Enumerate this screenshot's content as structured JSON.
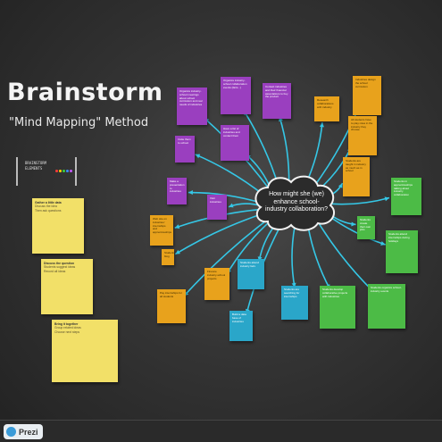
{
  "title": "Brainstorm",
  "subtitle": "\"Mind Mapping\" Method",
  "elements_label": "BRAINSTORM ELEMENTS",
  "element_dot_colors": [
    "#ff3a3a",
    "#ffd400",
    "#3ad13a",
    "#3a8bff",
    "#c45bff"
  ],
  "center_question": "How might she (we) enhance school-industry collaboration?",
  "colors": {
    "purple": "#9a3fbf",
    "orange": "#e8a21c",
    "green": "#4cbb46",
    "blue": "#2aa6c9",
    "yellow": "#f2e068",
    "connector": "#35c7e6"
  },
  "instruction_notes": [
    {
      "heading": "Gather a little data",
      "lines": [
        "Discuss the idea",
        "Then ask questions"
      ]
    },
    {
      "heading": "Discuss the question",
      "lines": [
        "Students suggest ideas",
        "Record all ideas"
      ]
    },
    {
      "heading": "Bring it together",
      "lines": [
        "Group related ideas",
        "Choose next steps"
      ]
    }
  ],
  "idea_notes": [
    {
      "id": "p1",
      "color": "purple",
      "text": "Organize industry-school meetings about school curriculum and real needs of industries"
    },
    {
      "id": "p2",
      "color": "purple",
      "text": "Organize industry-school collaboration events (fairs...)"
    },
    {
      "id": "p3",
      "color": "purple",
      "text": "Contact industries and their financial associations to buy the product"
    },
    {
      "id": "p4",
      "color": "purple",
      "text": "Have a list of industries and contact them"
    },
    {
      "id": "p5",
      "color": "purple",
      "text": "Invite them to school"
    },
    {
      "id": "p6",
      "color": "purple",
      "text": "Make a presentation to industries"
    },
    {
      "id": "p7",
      "color": "purple",
      "text": "Visit industries"
    },
    {
      "id": "o1",
      "color": "orange",
      "text": "Research collaborations with industry"
    },
    {
      "id": "o2",
      "color": "orange",
      "text": "Industries design the school curriculum"
    },
    {
      "id": "o3",
      "color": "orange",
      "text": "All students have to play roles in the industry they choose"
    },
    {
      "id": "o4",
      "color": "orange",
      "text": "Students are taught in industry as much as in school"
    },
    {
      "id": "o5",
      "color": "orange",
      "text": "Web site on industries' internships and apprenticeships"
    },
    {
      "id": "o6",
      "color": "orange",
      "text": "Students' blog"
    },
    {
      "id": "o7",
      "color": "orange",
      "text": "Finance industry-school projects"
    },
    {
      "id": "o8",
      "color": "orange",
      "text": "Pay internships for all students"
    },
    {
      "id": "g1",
      "color": "green",
      "text": "Students in apprenticeships talking about industry collaboration"
    },
    {
      "id": "g2",
      "color": "green",
      "text": "Students create their own jobs"
    },
    {
      "id": "g3",
      "color": "green",
      "text": "Students attend internships during holidays"
    },
    {
      "id": "g4",
      "color": "green",
      "text": "Students develop collaborative projects with industries"
    },
    {
      "id": "g5",
      "color": "green",
      "text": "Students organize school-industry events"
    },
    {
      "id": "b1",
      "color": "blue",
      "text": "Students attend industry fairs"
    },
    {
      "id": "b2",
      "color": "blue",
      "text": "Students are searching for internships"
    },
    {
      "id": "b3",
      "color": "blue",
      "text": "Build a data base of industries"
    }
  ],
  "footer_brand": "Prezi"
}
